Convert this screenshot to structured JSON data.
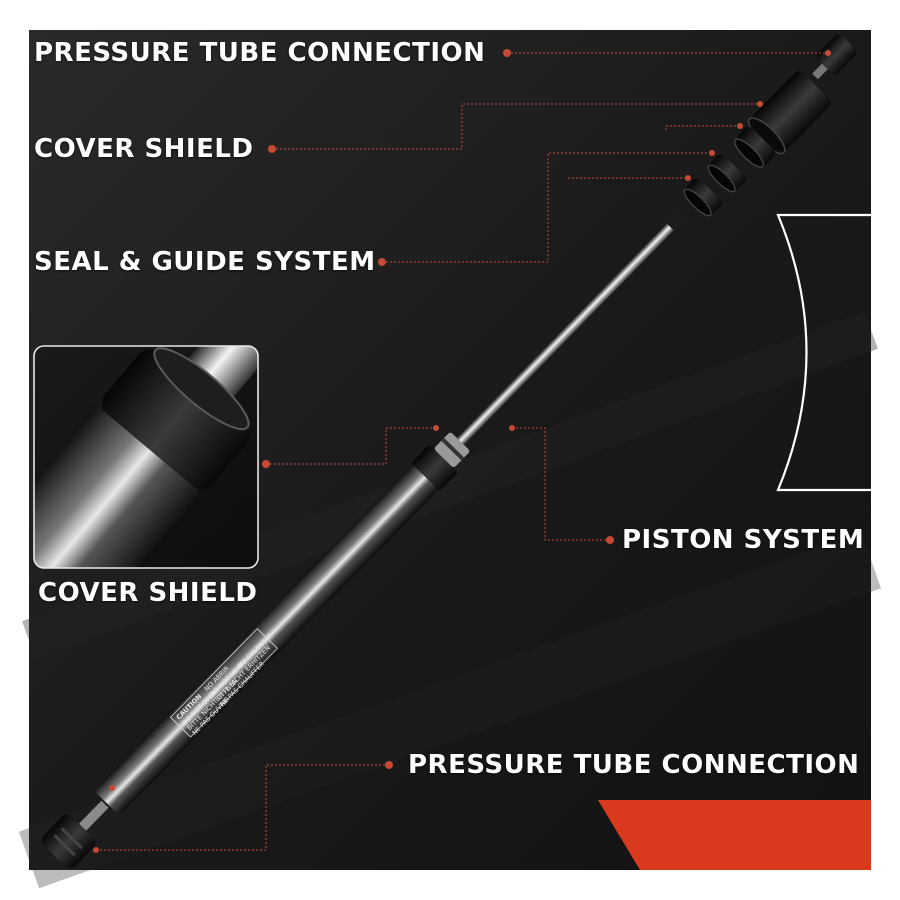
{
  "colors": {
    "background_dark": "#1c1c1c",
    "accent_orange": "#d93a1e",
    "leader_line": "#c44a35",
    "label_text": "#ffffff"
  },
  "labels": {
    "pressure_tube_top": "PRESSURE TUBE CONNECTION",
    "cover_shield_top": "COVER SHIELD",
    "seal_guide_system": "SEAL & GUIDE SYSTEM",
    "cover_shield_inset": "COVER SHIELD",
    "piston_system": "PISTON SYSTEM",
    "pressure_tube_bottom": "PRESSURE TUBE CONNECTION"
  },
  "warning_sticker": {
    "heading": "CAUTION",
    "lines": [
      "DO NOT OPEN",
      "BITTE NICHT OFFNEN",
      "NE PAS OUVRIR",
      "NO ABRIR",
      "DO NOT HEAT",
      "BITTE NICHT ERHITZEN",
      "NE PAS CHAUFFER",
      "NO CALENTAR"
    ]
  },
  "icons": {
    "connector_top": "end-fitting-icon",
    "connector_bottom": "end-fitting-icon",
    "seal_ring": "seal-ring-icon"
  }
}
